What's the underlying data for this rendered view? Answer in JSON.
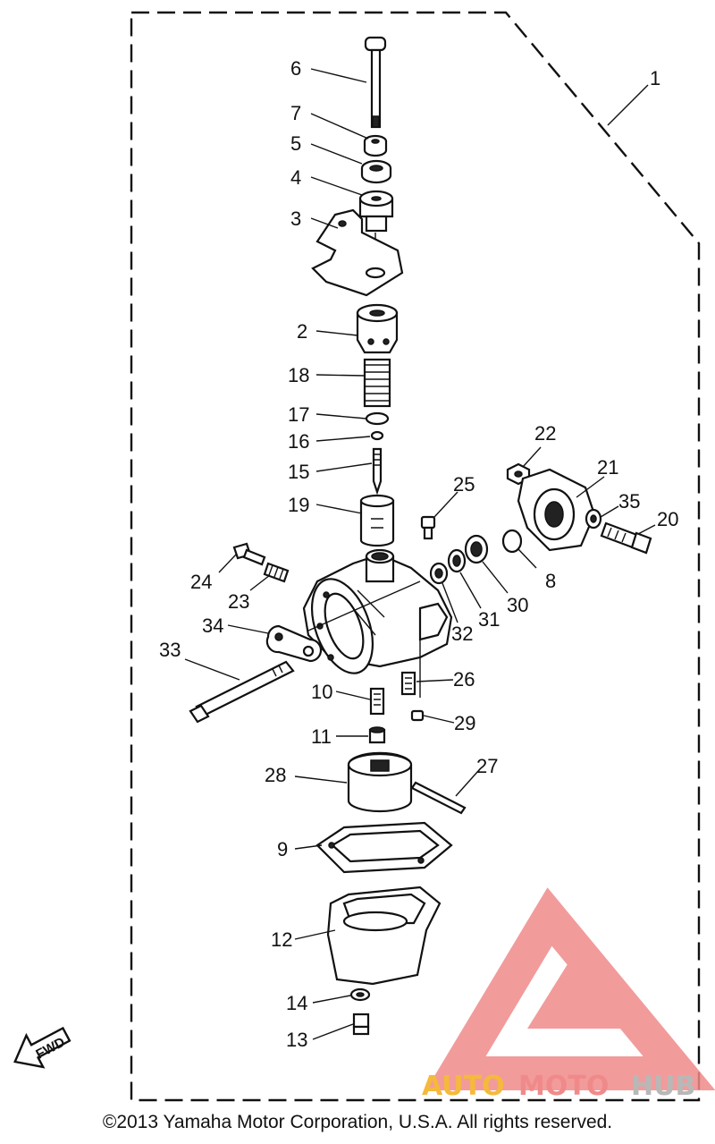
{
  "diagram": {
    "assembly_label": "1",
    "parts": [
      {
        "id": "6",
        "label": "6"
      },
      {
        "id": "7",
        "label": "7"
      },
      {
        "id": "5",
        "label": "5"
      },
      {
        "id": "4",
        "label": "4"
      },
      {
        "id": "3",
        "label": "3"
      },
      {
        "id": "2",
        "label": "2"
      },
      {
        "id": "18",
        "label": "18"
      },
      {
        "id": "17",
        "label": "17"
      },
      {
        "id": "16",
        "label": "16"
      },
      {
        "id": "15",
        "label": "15"
      },
      {
        "id": "19",
        "label": "19"
      },
      {
        "id": "22",
        "label": "22"
      },
      {
        "id": "21",
        "label": "21"
      },
      {
        "id": "25",
        "label": "25"
      },
      {
        "id": "35",
        "label": "35"
      },
      {
        "id": "20",
        "label": "20"
      },
      {
        "id": "24",
        "label": "24"
      },
      {
        "id": "23",
        "label": "23"
      },
      {
        "id": "8",
        "label": "8"
      },
      {
        "id": "30",
        "label": "30"
      },
      {
        "id": "31",
        "label": "31"
      },
      {
        "id": "32",
        "label": "32"
      },
      {
        "id": "34",
        "label": "34"
      },
      {
        "id": "33",
        "label": "33"
      },
      {
        "id": "26",
        "label": "26"
      },
      {
        "id": "10",
        "label": "10"
      },
      {
        "id": "29",
        "label": "29"
      },
      {
        "id": "11",
        "label": "11"
      },
      {
        "id": "28",
        "label": "28"
      },
      {
        "id": "27",
        "label": "27"
      },
      {
        "id": "9",
        "label": "9"
      },
      {
        "id": "12",
        "label": "12"
      },
      {
        "id": "14",
        "label": "14"
      },
      {
        "id": "13",
        "label": "13"
      }
    ],
    "fwd_label": "FWD"
  },
  "watermark": {
    "auto": "AUTO",
    "moto": "MOTO",
    "hub": "HUB",
    "colors": {
      "auto": "#f5b93c",
      "moto": "#f08a8a",
      "hub": "#b8b8b8",
      "triangle": "#f08a8a"
    }
  },
  "footer": {
    "copyright": "©2013 Yamaha Motor Corporation, U.S.A. All rights reserved."
  }
}
